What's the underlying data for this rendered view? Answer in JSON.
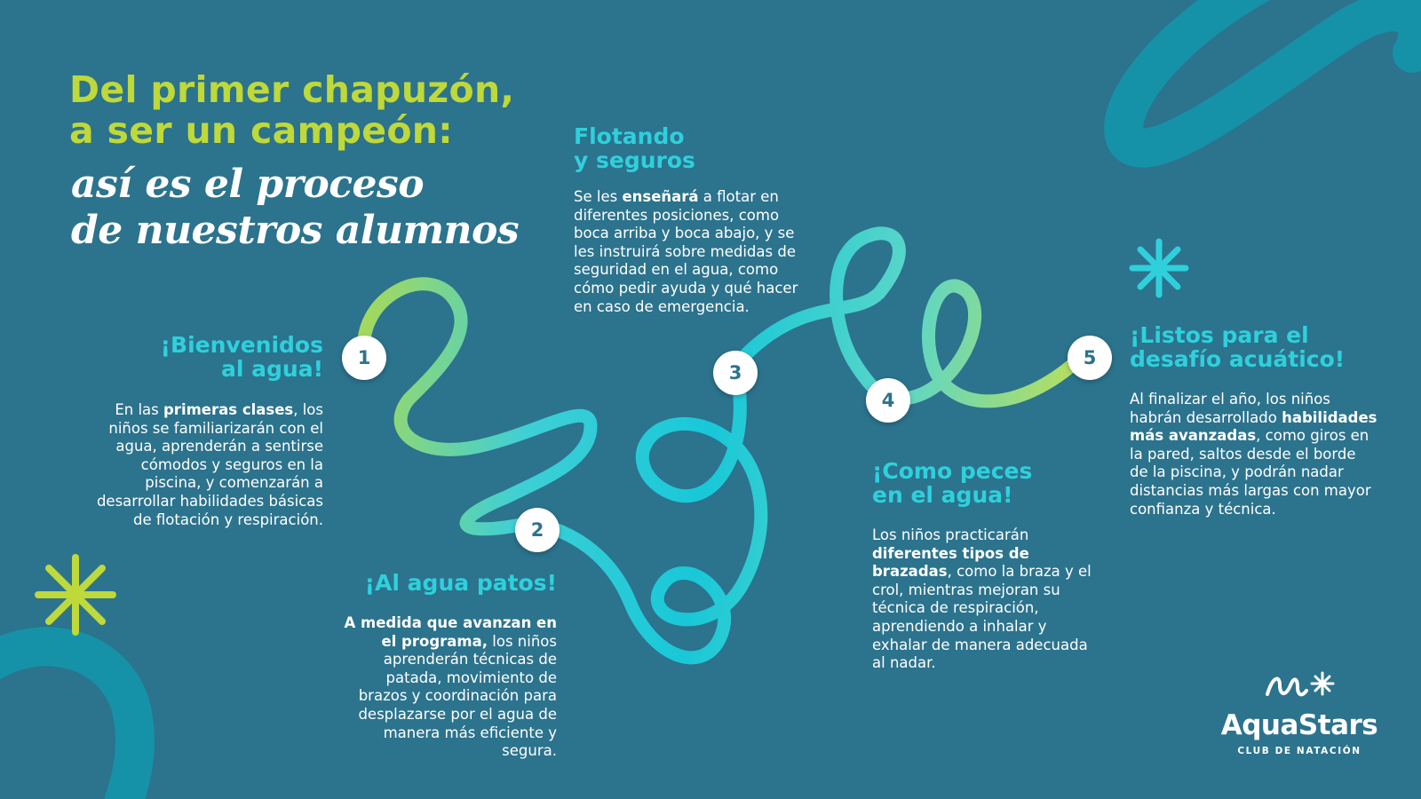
{
  "colors": {
    "background": "#2c738d",
    "lime": "#bfd83a",
    "aqua": "#2fd0dc",
    "teal_deco": "#1592a8",
    "white": "#ffffff"
  },
  "title": {
    "line1": "Del primer chapuzón,",
    "line2": "a ser un campeón:",
    "script_line1": "así es el proceso",
    "script_line2": "de nuestros alumnos"
  },
  "steps": [
    {
      "number": "1",
      "heading": [
        "¡Bienvenidos",
        "al agua!"
      ],
      "body": [
        {
          "t": "En las "
        },
        {
          "t": "primeras clases",
          "b": true
        },
        {
          "t": ", los niños se familiarizarán con el agua, aprenderán a sentirse cómodos y seguros en la piscina, y comenzarán a desarrollar habilidades básicas de flotación y respiración."
        }
      ]
    },
    {
      "number": "2",
      "heading": [
        "¡Al agua patos!"
      ],
      "body": [
        {
          "t": "A medida que avanzan en el programa,",
          "b": true
        },
        {
          "t": " los niños aprenderán técnicas de patada, movimiento de brazos y coordinación para desplazarse por el agua de manera más eficiente y segura."
        }
      ]
    },
    {
      "number": "3",
      "heading": [
        "Flotando",
        "y seguros"
      ],
      "body": [
        {
          "t": "Se les "
        },
        {
          "t": "enseñará",
          "b": true
        },
        {
          "t": " a flotar en diferentes posiciones, como boca arriba y boca abajo, y se les instruirá sobre medidas de seguridad en el agua, como cómo pedir ayuda y qué hacer en caso de emergencia."
        }
      ]
    },
    {
      "number": "4",
      "heading": [
        "¡Como peces",
        "en el agua!"
      ],
      "body": [
        {
          "t": "Los niños practicarán "
        },
        {
          "t": "diferentes tipos de brazadas",
          "b": true
        },
        {
          "t": ", como la braza y el crol, mientras mejoran su técnica de respiración, aprendiendo a inhalar y exhalar de manera adecuada al nadar."
        }
      ]
    },
    {
      "number": "5",
      "heading": [
        "¡Listos para el",
        "desafío acuático!"
      ],
      "body": [
        {
          "t": "Al finalizar el año, los niños habrán desarrollado "
        },
        {
          "t": "habilidades más avanzadas",
          "b": true
        },
        {
          "t": ", como giros en la pared, saltos desde el borde de la piscina, y podrán nadar distancias más largas con mayor confianza y técnica."
        }
      ]
    }
  ],
  "logo": {
    "name": "AquaStars",
    "subtitle": "CLUB DE NATACIÓN"
  }
}
